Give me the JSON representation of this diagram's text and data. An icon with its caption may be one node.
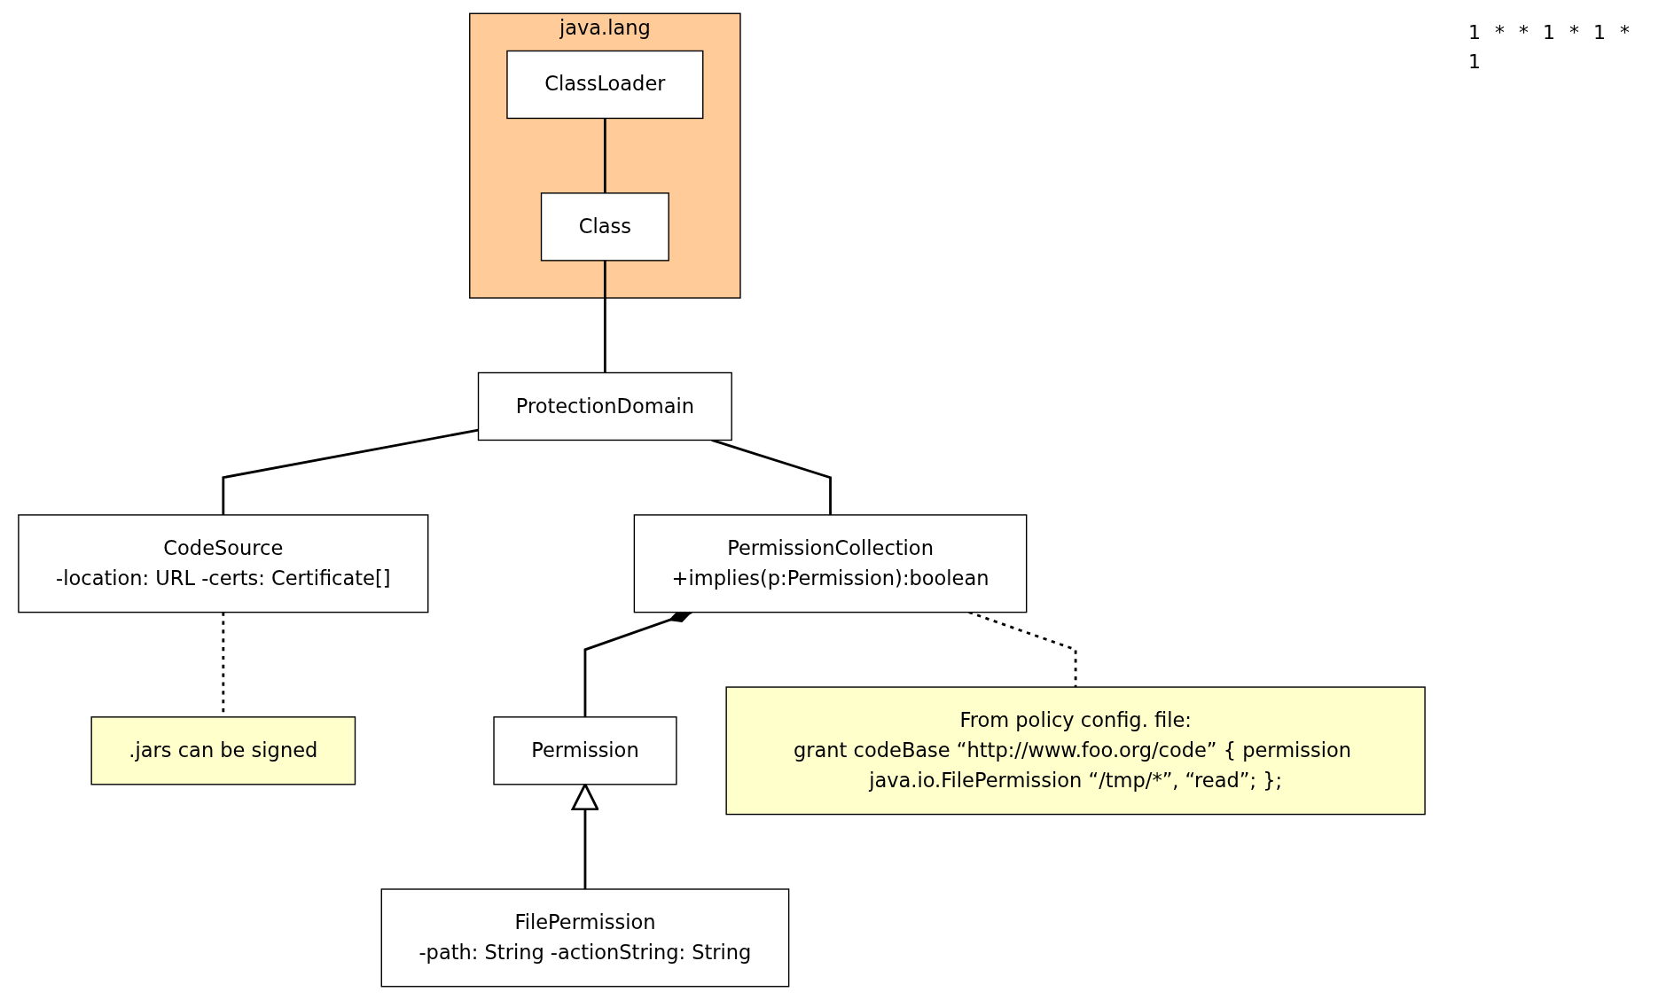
{
  "diagram": {
    "nodes": [
      {
        "text": [
          "java.lang"
        ]
      },
      {
        "text": [
          "ClassLoader"
        ],
        "in": 0
      },
      {
        "text": [
          "Class"
        ],
        "in": 0
      },
      {
        "text": [
          "ProtectionDomain"
        ]
      },
      {
        "text": [
          "CodeSource",
          "-location: URL -certs: Certificate[]"
        ]
      },
      {
        "text": [
          "PermissionCollection",
          "+implies(p:Permission):boolean"
        ]
      },
      {
        "text": [
          "Permission"
        ]
      },
      {
        "text": [
          "FilePermission",
          "-path: String -actionString: String"
        ]
      },
      {
        "text": [
          ".jars can be signed"
        ]
      },
      {
        "text": [
          "From policy config. file:",
          "grant codeBase “http://www.foo.org/code” { permission java.io.FilePermission “/tmp/*”, “read”; };"
        ]
      }
    ],
    "edges": [
      {
        "from": 1,
        "to": 2,
        "arrow": "none"
      },
      {
        "from": 2,
        "to": 3,
        "arrow": "none"
      },
      {
        "from": 3,
        "to": 4,
        "arrow": "none"
      },
      {
        "from": 3,
        "to": 5,
        "arrow": "none"
      },
      {
        "from": 6,
        "to": 5,
        "arrow": "other"
      },
      {
        "from": 7,
        "to": 6,
        "arrow": "to"
      },
      {
        "from": 8,
        "to": 4,
        "arrow": "none",
        "style": "dashed"
      },
      {
        "from": 9,
        "to": 5,
        "arrow": "none",
        "style": "dashed"
      }
    ],
    "labels": [
      "1",
      "*",
      "*",
      "1",
      "*",
      "1",
      "*",
      "1"
    ]
  }
}
